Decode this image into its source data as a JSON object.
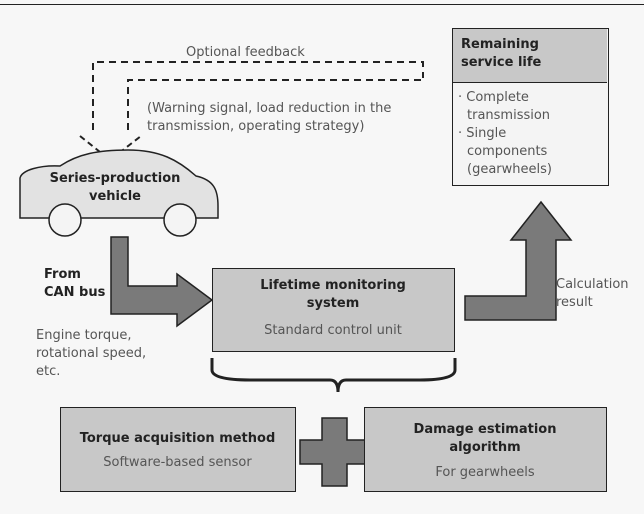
{
  "feedback": {
    "label": "Optional feedback",
    "detail_line1": "(Warning signal, load reduction in the",
    "detail_line2": "transmission, operating strategy)"
  },
  "remaining": {
    "title_line1": "Remaining",
    "title_line2": "service life",
    "items": [
      [
        "Complete",
        "transmission"
      ],
      [
        "Single",
        "components",
        "(gearwheels)"
      ]
    ]
  },
  "vehicle": {
    "label_line1": "Series-production",
    "label_line2": "vehicle"
  },
  "can_bus": {
    "line1": "From",
    "line2": "CAN bus"
  },
  "signals": {
    "line1": "Engine torque,",
    "line2": "rotational speed,",
    "line3": "etc."
  },
  "monitoring": {
    "title_line1": "Lifetime monitoring",
    "title_line2": "system",
    "subtitle": "Standard control unit"
  },
  "calc": {
    "line1": "Calculation",
    "line2": "result"
  },
  "torque": {
    "title": "Torque acquisition method",
    "subtitle": "Software-based sensor"
  },
  "damage": {
    "title_line1": "Damage estimation",
    "title_line2": "algorithm",
    "subtitle": "For gearwheels"
  },
  "colors": {
    "box_fill": "#c8c8c8",
    "box_light": "#f4f4f4",
    "arrow_fill": "#7a7a7a",
    "car_fill": "#e2e2e2",
    "outline": "#222222"
  }
}
